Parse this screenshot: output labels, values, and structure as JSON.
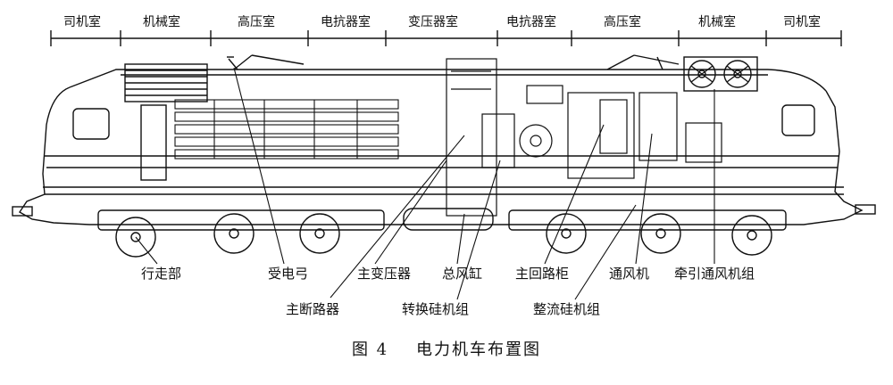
{
  "sections": [
    "司机室",
    "机械室",
    "高压室",
    "电抗器室",
    "变压器室",
    "电抗器室",
    "高压室",
    "机械室",
    "司机室"
  ],
  "labels": {
    "running_gear": "行走部",
    "pantograph": "受电弓",
    "main_circuit_breaker": "主断路器",
    "main_transformer": "主变压器",
    "main_reservoir": "总风缸",
    "switching_rectifier": "转换硅机组",
    "main_circuit_cabinet": "主回路柜",
    "rectifier_unit": "整流硅机组",
    "ventilator": "通风机",
    "traction_blower": "牵引通风机组"
  },
  "caption": {
    "figure_number": "图 4",
    "title": "电力机车布置图"
  }
}
